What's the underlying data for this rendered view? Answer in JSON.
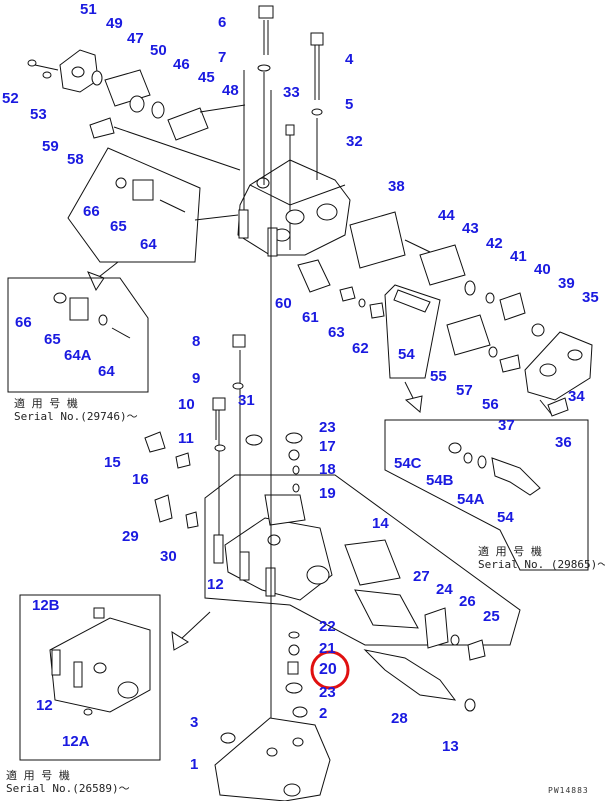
{
  "labels": {
    "p51": "51",
    "p49": "49",
    "p47": "47",
    "p50": "50",
    "p46": "46",
    "p45": "45",
    "p48": "48",
    "p52": "52",
    "p53": "53",
    "p59": "59",
    "p58": "58",
    "p6": "6",
    "p7": "7",
    "p4": "4",
    "p5": "5",
    "p33": "33",
    "p32": "32",
    "p38": "38",
    "p44": "44",
    "p43": "43",
    "p42": "42",
    "p41": "41",
    "p40": "40",
    "p39": "39",
    "p35": "35",
    "p66": "66",
    "p65": "65",
    "p64": "64",
    "p60": "60",
    "p61": "61",
    "p63": "63",
    "p62": "62",
    "p54": "54",
    "p55": "55",
    "p57": "57",
    "p56": "56",
    "p34": "34",
    "p37": "37",
    "p36": "36",
    "i66": "66",
    "i65": "65",
    "i64a": "64A",
    "i64": "64",
    "p8": "8",
    "p9": "9",
    "p10": "10",
    "p11": "11",
    "p31": "31",
    "p15": "15",
    "p16": "16",
    "p23a": "23",
    "p17": "17",
    "p18": "18",
    "p19": "19",
    "p29": "29",
    "p30": "30",
    "p14": "14",
    "p12": "12",
    "p27": "27",
    "p24": "24",
    "p26": "26",
    "p25": "25",
    "p22": "22",
    "p21": "21",
    "p20": "20",
    "p23b": "23",
    "p2": "2",
    "p3": "3",
    "p1": "1",
    "p28": "28",
    "p13": "13",
    "i54c": "54C",
    "i54b": "54B",
    "i54a": "54A",
    "i54": "54",
    "i12b": "12B",
    "i12": "12",
    "i12a": "12A"
  },
  "notes": {
    "top_left_jp": "適 用 号 機",
    "top_left_serial": "Serial No.(29746)～",
    "right_jp": "適 用 号 機",
    "right_serial": "Serial No. (29865)～",
    "bottom_jp": "適 用 号 機",
    "bottom_serial": "Serial No.(26589)～"
  },
  "footer_code": "PW14883",
  "highlight": {
    "part": "20",
    "color": "#e01010"
  },
  "colors": {
    "label": "#1a1ae0",
    "line": "#111111"
  }
}
